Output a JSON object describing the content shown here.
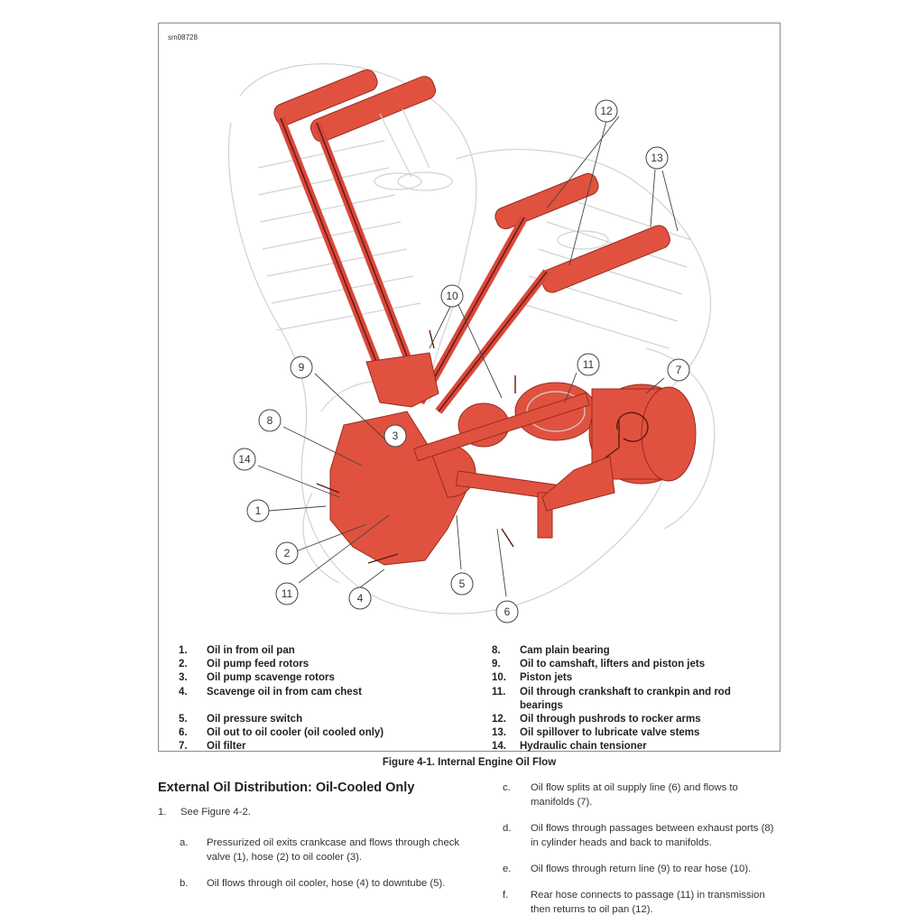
{
  "figure": {
    "code": "sm08728",
    "caption": "Figure 4-1. Internal Engine Oil Flow",
    "callouts": [
      "1",
      "2",
      "3",
      "4",
      "5",
      "6",
      "7",
      "8",
      "9",
      "10",
      "11",
      "11",
      "12",
      "13",
      "14"
    ]
  },
  "legend": {
    "left": [
      {
        "num": "1.",
        "text": "Oil in from oil pan"
      },
      {
        "num": "2.",
        "text": "Oil pump feed rotors"
      },
      {
        "num": "3.",
        "text": "Oil pump scavenge rotors"
      },
      {
        "num": "4.",
        "text": "Scavenge oil in from cam chest"
      },
      {
        "num": "5.",
        "text": "Oil pressure switch"
      },
      {
        "num": "6.",
        "text": "Oil out to oil cooler (oil cooled only)"
      },
      {
        "num": "7.",
        "text": "Oil filter"
      }
    ],
    "right": [
      {
        "num": "8.",
        "text": "Cam plain bearing"
      },
      {
        "num": "9.",
        "text": "Oil to camshaft, lifters and piston jets"
      },
      {
        "num": "10.",
        "text": "Piston jets"
      },
      {
        "num": "11.",
        "text": "Oil through crankshaft to crankpin and rod bearings"
      },
      {
        "num": "12.",
        "text": "Oil through pushrods to rocker arms"
      },
      {
        "num": "13.",
        "text": "Oil spillover to lubricate valve stems"
      },
      {
        "num": "14.",
        "text": "Hydraulic chain tensioner"
      }
    ]
  },
  "section": {
    "title": "External Oil Distribution: Oil-Cooled Only",
    "step1": {
      "marker": "1.",
      "text": "See Figure 4-2."
    },
    "substeps_left": [
      {
        "marker": "a.",
        "text": "Pressurized oil exits crankcase and flows through check valve (1), hose (2) to oil cooler (3)."
      },
      {
        "marker": "b.",
        "text": "Oil flows through oil cooler, hose (4) to downtube (5)."
      }
    ],
    "substeps_right": [
      {
        "marker": "c.",
        "text": "Oil flow splits at oil supply line (6) and flows to manifolds (7)."
      },
      {
        "marker": "d.",
        "text": "Oil flows through passages between exhaust ports (8) in cylinder heads and back to manifolds."
      },
      {
        "marker": "e.",
        "text": "Oil flows through return line (9) to rear hose (10)."
      },
      {
        "marker": "f.",
        "text": "Rear hose connects to passage (11) in transmission then returns to oil pan (12)."
      }
    ]
  }
}
